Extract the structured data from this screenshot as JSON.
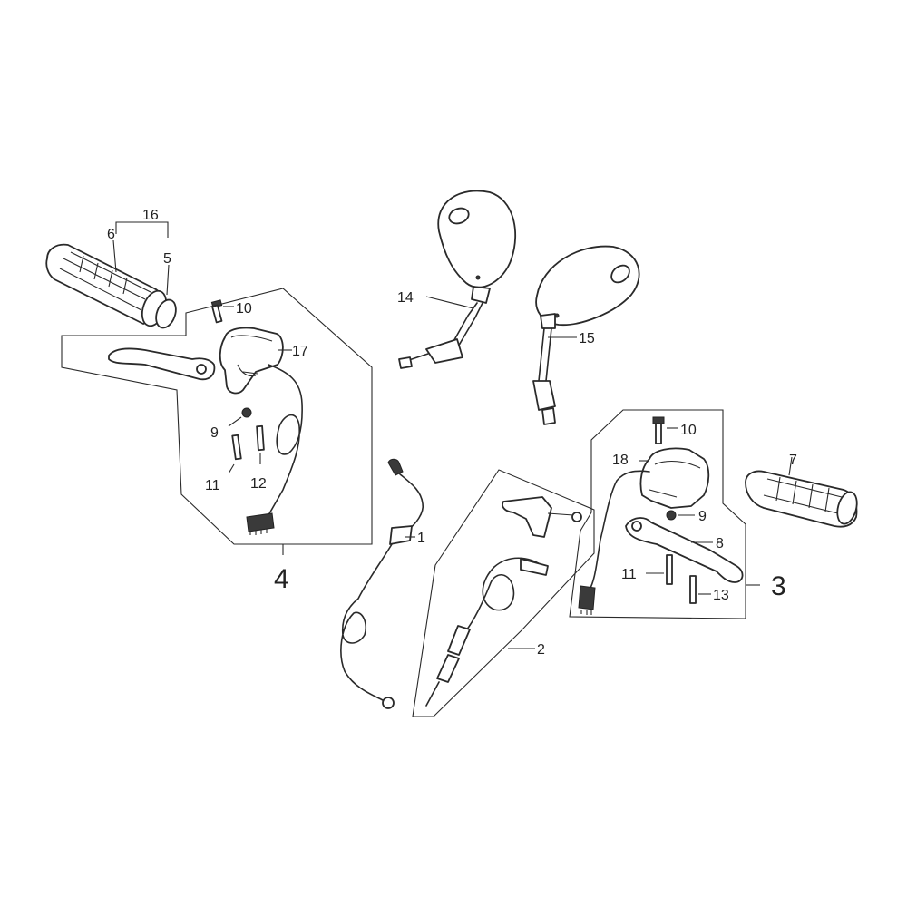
{
  "callouts": {
    "c1": "1",
    "c2": "2",
    "c3": "3",
    "c4": "4",
    "c5": "5",
    "c6": "6",
    "c7": "7",
    "c8": "8",
    "c9_left": "9",
    "c9_right": "9",
    "c10_left": "10",
    "c10_right": "10",
    "c11_left": "11",
    "c11_right": "11",
    "c12": "12",
    "c13": "13",
    "c14": "14",
    "c15": "15",
    "c16": "16",
    "c17": "17",
    "c18": "18"
  },
  "colors": {
    "line": "#2a2a2a",
    "background": "#ffffff"
  }
}
